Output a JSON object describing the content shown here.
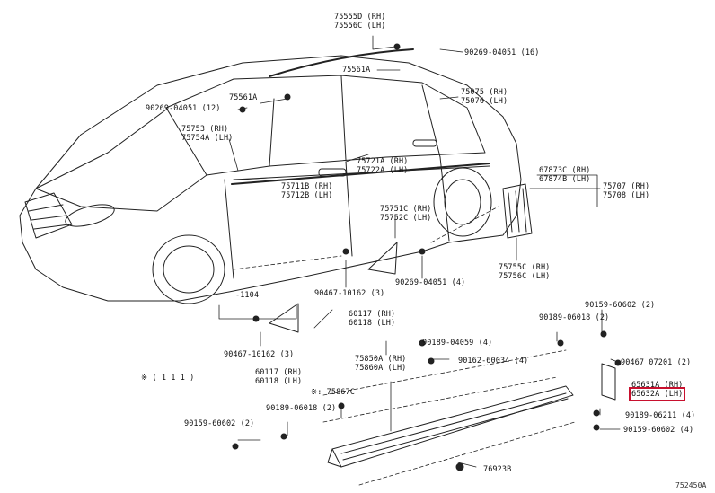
{
  "figure_code": "752450A",
  "highlight_color": "#c8102e",
  "notes": {
    "left_note": "※ ( 1 1 1 )",
    "bracket_label": "-1104"
  },
  "callouts": [
    {
      "id": "c75555",
      "lines": [
        "75555D (RH)",
        "75556C (LH)"
      ]
    },
    {
      "id": "c90269a",
      "lines": [
        "90269-04051 (16)"
      ]
    },
    {
      "id": "c75561a",
      "lines": [
        "75561A"
      ]
    },
    {
      "id": "c75561a2",
      "lines": [
        "75561A"
      ]
    },
    {
      "id": "c90269b",
      "lines": [
        "90269-04051 (12)"
      ]
    },
    {
      "id": "c75075",
      "lines": [
        "75075 (RH)",
        "75076 (LH)"
      ]
    },
    {
      "id": "c75753",
      "lines": [
        "75753 (RH)",
        "75754A (LH)"
      ]
    },
    {
      "id": "c75721",
      "lines": [
        "75721A (RH)",
        "75722A (LH)"
      ]
    },
    {
      "id": "c67873",
      "lines": [
        "67873C (RH)",
        "67874B (LH)"
      ]
    },
    {
      "id": "c75711",
      "lines": [
        "75711B (RH)",
        "75712B (LH)"
      ]
    },
    {
      "id": "c75707",
      "lines": [
        "75707 (RH)",
        "75708 (LH)"
      ]
    },
    {
      "id": "c75751",
      "lines": [
        "75751C (RH)",
        "75752C (LH)"
      ]
    },
    {
      "id": "c75755",
      "lines": [
        "75755C (RH)",
        "75756C (LH)"
      ]
    },
    {
      "id": "c90467a",
      "lines": [
        "90467-10162 (3)"
      ]
    },
    {
      "id": "c90269c",
      "lines": [
        "90269-04051 (4)"
      ]
    },
    {
      "id": "c60117a",
      "lines": [
        "60117 (RH)",
        "60118 (LH)"
      ]
    },
    {
      "id": "c90159a",
      "lines": [
        "90159-60602 (2)"
      ]
    },
    {
      "id": "c90189a",
      "lines": [
        "90189-06018 (2)"
      ]
    },
    {
      "id": "c90189b",
      "lines": [
        "90189-04059 (4)"
      ]
    },
    {
      "id": "c90467b",
      "lines": [
        "90467-10162 (3)"
      ]
    },
    {
      "id": "c90162",
      "lines": [
        "90162-60034 (4)"
      ]
    },
    {
      "id": "c90467c",
      "lines": [
        "90467 07201 (2)"
      ]
    },
    {
      "id": "c75850",
      "lines": [
        "75850A (RH)",
        "75860A (LH)"
      ]
    },
    {
      "id": "c60117b",
      "lines": [
        "60117 (RH)",
        "60118 (LH)"
      ]
    },
    {
      "id": "c65631",
      "lines": [
        "65631A (RH)"
      ]
    },
    {
      "id": "c65632",
      "lines": [
        "65632A (LH)"
      ],
      "highlighted": true
    },
    {
      "id": "c75867",
      "lines": [
        "※: 75867C"
      ]
    },
    {
      "id": "c90189c",
      "lines": [
        "90189-06018 (2)"
      ]
    },
    {
      "id": "c90189d",
      "lines": [
        "90189-06211 (4)"
      ]
    },
    {
      "id": "c90159b",
      "lines": [
        "90159-60602 (2)"
      ]
    },
    {
      "id": "c90159c",
      "lines": [
        "90159-60602 (4)"
      ]
    },
    {
      "id": "c76923",
      "lines": [
        "76923B"
      ]
    }
  ]
}
